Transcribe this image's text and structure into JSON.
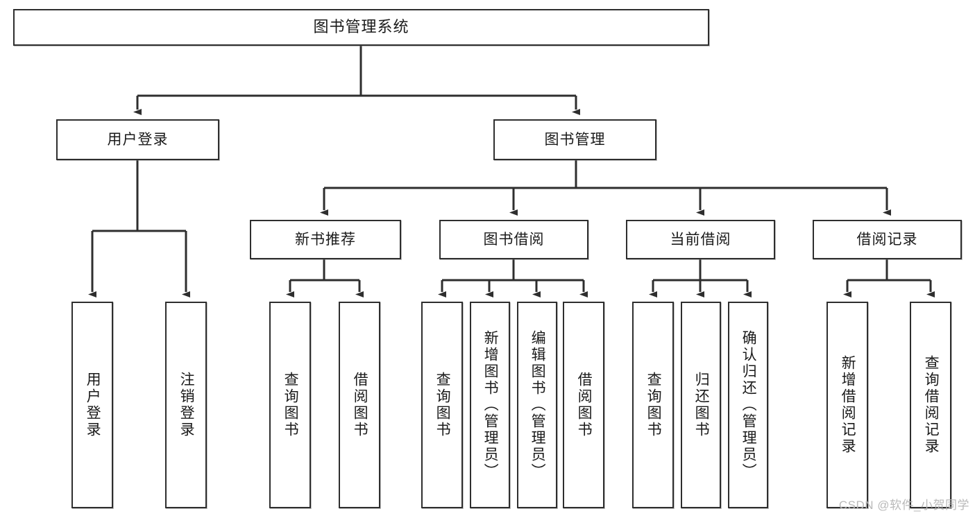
{
  "diagram": {
    "title": "图书管理系统",
    "watermark": "CSDN @软件_小贺同学",
    "line_color": "#2e2e2e",
    "box_fill": "#ffffff",
    "text_color": "#1a1a1a",
    "watermark_color": "#b9b9b9",
    "root": {
      "label": "图书管理系统"
    },
    "level2": [
      {
        "label": "用户登录"
      },
      {
        "label": "图书管理"
      }
    ],
    "level3": [
      {
        "label": "新书推荐"
      },
      {
        "label": "图书借阅"
      },
      {
        "label": "当前借阅"
      },
      {
        "label": "借阅记录"
      }
    ],
    "leaves": {
      "user_login": [
        {
          "label": "用户登录"
        },
        {
          "label": "注销登录"
        }
      ],
      "new_book": [
        {
          "label": "查询图书"
        },
        {
          "label": "借阅图书"
        }
      ],
      "book_borrow": [
        {
          "label": "查询图书"
        },
        {
          "label": "新增图书（管理员）"
        },
        {
          "label": "编辑图书（管理员）"
        },
        {
          "label": "借阅图书"
        }
      ],
      "current_borrow": [
        {
          "label": "查询图书"
        },
        {
          "label": "归还图书"
        },
        {
          "label": "确认归还（管理员）"
        }
      ],
      "borrow_record": [
        {
          "label": "新增借阅记录"
        },
        {
          "label": "查询借阅记录"
        }
      ]
    }
  }
}
